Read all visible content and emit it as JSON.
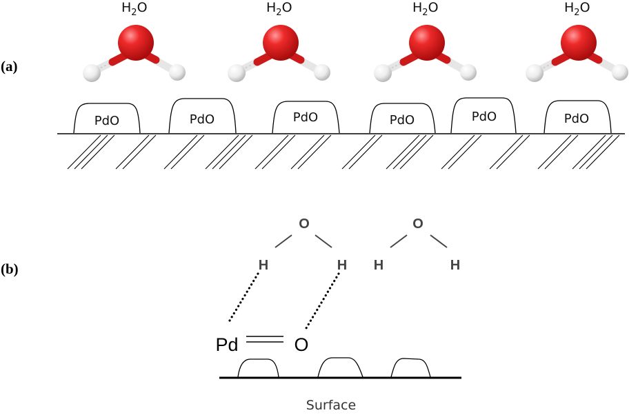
{
  "panel_a": {
    "label": "(a)",
    "molecule_formula": "H",
    "molecule_subscript": "2",
    "molecule_suffix": "O",
    "particle_label": "PdO",
    "molecule_count": 4,
    "particle_count": 6
  },
  "panel_b": {
    "label": "(b)",
    "water_1": {
      "o": "O",
      "h_left": "H",
      "h_right": "H"
    },
    "water_2": {
      "o": "O",
      "h_left": "H",
      "h_right": "H"
    },
    "pd": "Pd",
    "o": "O",
    "surface_label": "Surface"
  },
  "colors": {
    "oxygen": "#e2161b",
    "hydrogen": "#f2f2f2",
    "line": "#000000",
    "bond_gray": "#444444"
  }
}
